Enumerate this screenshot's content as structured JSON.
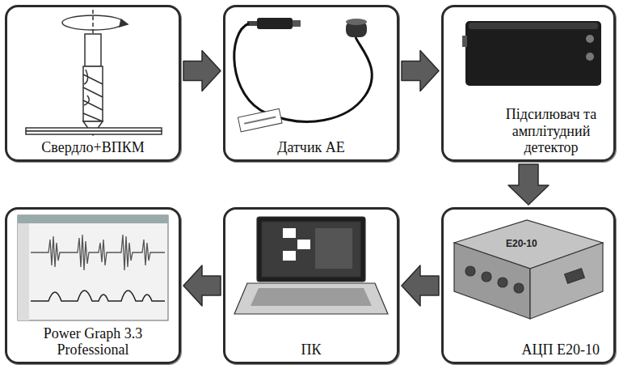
{
  "diagram": {
    "nodes": [
      {
        "text": [
          "Свердло+ВПКМ"
        ]
      },
      {
        "text": [
          "Датчик АЕ"
        ]
      },
      {
        "text": [
          "Підсилювач та амплітудний детектор"
        ]
      },
      {
        "text": [
          "АЦП E20-10"
        ]
      },
      {
        "text": [
          "ПК"
        ]
      },
      {
        "text": [
          "Power Graph 3.3 Professional"
        ]
      }
    ],
    "edges": [
      {
        "from": 0,
        "to": 1,
        "arrow": "to"
      },
      {
        "from": 1,
        "to": 2,
        "arrow": "to"
      },
      {
        "from": 2,
        "to": 3,
        "arrow": "to"
      },
      {
        "from": 3,
        "to": 4,
        "arrow": "to"
      },
      {
        "from": 4,
        "to": 5,
        "arrow": "to"
      }
    ],
    "labels": [
      "E20-10"
    ]
  }
}
